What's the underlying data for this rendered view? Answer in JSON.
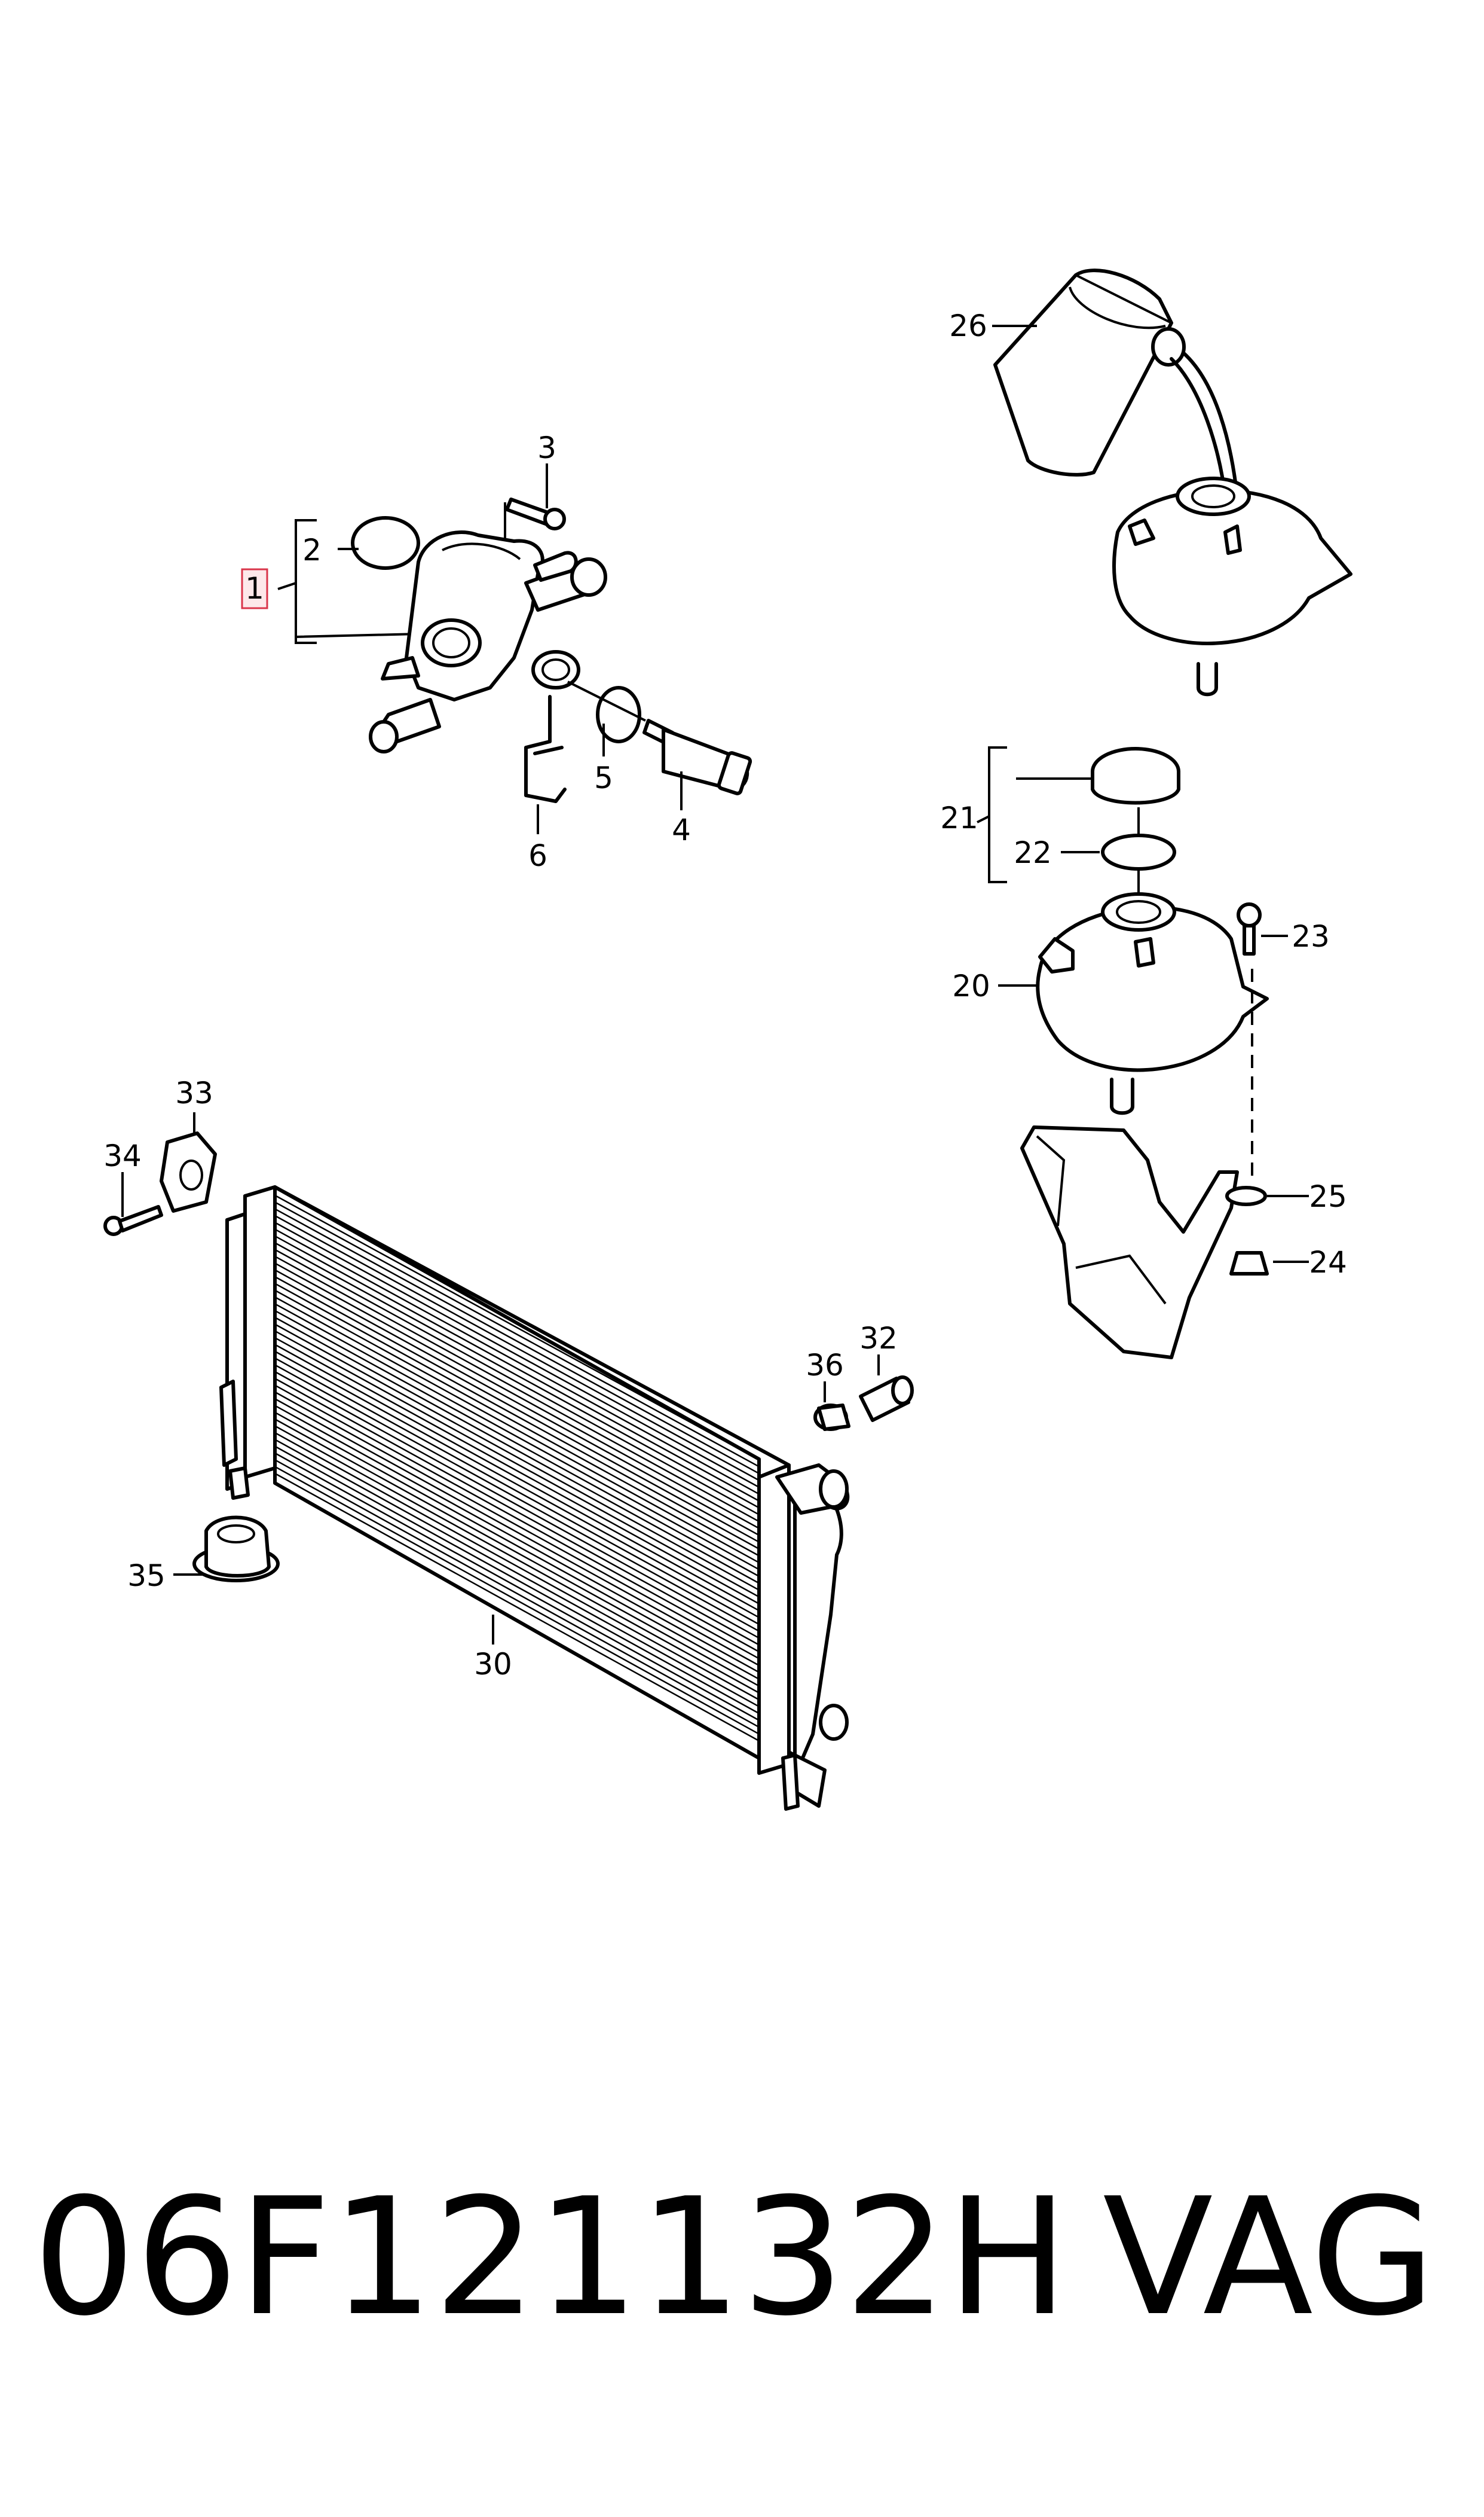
{
  "callouts": {
    "c1": "1",
    "c2": "2",
    "c3": "3",
    "c4": "4",
    "c5": "5",
    "c6": "6",
    "c20": "20",
    "c21": "21",
    "c22": "22",
    "c23": "23",
    "c24": "24",
    "c25": "25",
    "c26": "26",
    "c30": "30",
    "c32": "32",
    "c33": "33",
    "c34": "34",
    "c35": "35",
    "c36": "36"
  },
  "highlight": {
    "selected_callout": "1",
    "color": "#d9344a"
  },
  "caption": {
    "part_number": "06F121132H",
    "brand": "VAG"
  }
}
